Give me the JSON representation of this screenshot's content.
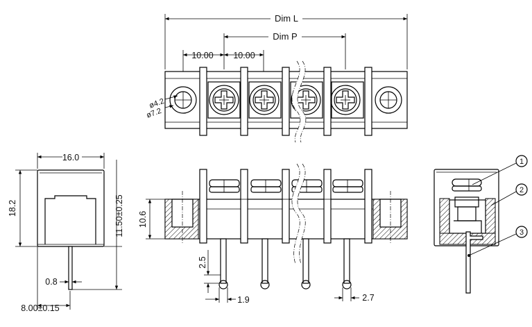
{
  "dimensions": {
    "dim_l": "Dim  L",
    "dim_p": "Dim  P",
    "pitch_1": "10.00",
    "pitch_2": "10.00",
    "hole_small": "ø4.2",
    "hole_large": "ø7.2",
    "width": "16.0",
    "height": "18.2",
    "pin_length": "11.50±0.25",
    "pin_width": "0.8",
    "pin_offset": "8.00±0.15",
    "block_height": "10.6",
    "pin_step": "2.5",
    "pin_dia": "1.9",
    "pin_pitch_small": "2.7"
  },
  "callouts": [
    "1",
    "2",
    "3"
  ]
}
